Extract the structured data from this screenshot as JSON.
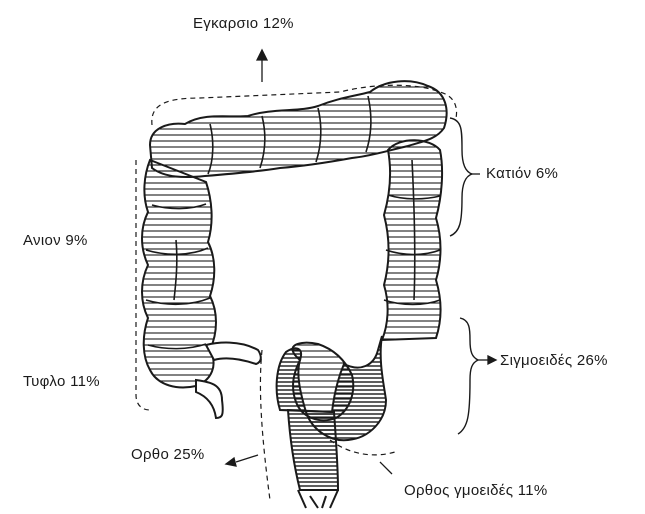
{
  "labels": {
    "transverse": "Εγκαρσιο 12%",
    "descending": "Κατιόν 6%",
    "ascending": "Ανιον 9%",
    "cecum": "Τυφλο 11%",
    "sigmoid": "Σιγμοειδές 26%",
    "rectosigmoid": "Ορθος γμοειδές 11%",
    "rectum": "Ορθο 25%"
  },
  "colors": {
    "ink": "#1a1a1a",
    "paper": "#ffffff"
  }
}
